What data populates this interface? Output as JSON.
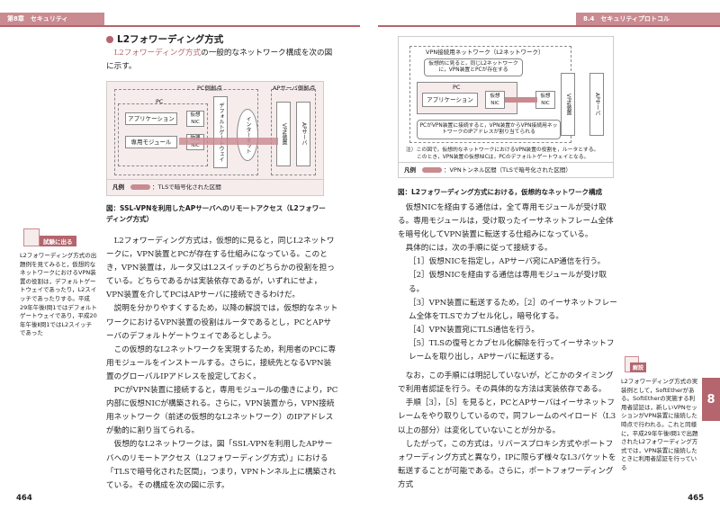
{
  "header": {
    "left_chapter": "第8章　セキュリティ",
    "right_section": "8.4　セキュリティプロトコル"
  },
  "left": {
    "section_title": "L2フォワーディング方式",
    "intro": [
      "L2フォワーディング方式",
      "の一般的なネットワーク構成を次の図に示す。"
    ],
    "figure": {
      "pc_area": "PC側拠点",
      "ap_area": "APサーバ側拠点",
      "pc": "PC",
      "app": "アプリケーション",
      "vnic": "仮想NIC",
      "module": "専用モジュール",
      "pnic": "物理NIC",
      "gateway": "デフォルトゲートウェイ",
      "internet": "インターネット",
      "vpn": "VPN装置",
      "ap": "APサーバ",
      "legend_key": "凡例",
      "legend_text": "：TLSで暗号化された区間"
    },
    "caption": "図：SSL-VPNを利用したAPサーバへのリモートアクセス（L2フォワーディング方式）",
    "paragraphs": [
      "L2フォワーディング方式は，仮想的に見ると，同じL2ネットワークに，VPN装置とPCが存在する仕組みになっている。このとき，VPN装置は，ルータ又はL2スイッチのどちらかの役割を担っている。どちらであるかは実装依存であるが，いずれにせよ，VPN装置を介してPCはAPサーバに接続できるわけだ。",
      "説明を分かりやすくするため，以降の解説では，仮想的なネットワークにおけるVPN装置の役割はルータであるとし，PCとAPサーバのデフォルトゲートウェイであるとしよう。",
      "この仮想的なL2ネットワークを実現するため，利用者のPCに専用モジュールをインストールする。さらに，接続先となるVPN装置のグローバルIPアドレスを設定しておく。",
      "PCがVPN装置に接続すると，専用モジュールの働きにより，PC内部に仮想NICが構築される。さらに，VPN装置から，VPN接続用ネットワーク（前述の仮想的なL2ネットワーク）のIPアドレスが動的に割り当てられる。",
      "仮想的なL2ネットワークは，図「SSL-VPNを利用したAPサーバへのリモートアクセス（L2フォワーディング方式）」における「TLSで暗号化された区間」，つまり，VPNトンネル上に構築されている。その構成を次の図に示す。"
    ],
    "sidenote": {
      "badge": "試験に出る",
      "text": "L2フォワーディング方式の出題例を見てみると，仮想的なネットワークにおけるVPN装置の役割は，デフォルトゲートウェイであったり，L2スイッチであったりする。平成29年午後Ⅰ問1ではデフォルトゲートウェイであり，平成20年午後Ⅱ問1ではL2スイッチであった"
    },
    "page_number": "464"
  },
  "right": {
    "figure": {
      "net_title": "VPN接続用ネットワーク（L2ネットワーク）",
      "note_top": "仮想的に見ると，同じL2ネットワークに，VPN装置とPCが存在する",
      "pc": "PC",
      "app": "アプリケーション",
      "vnic1": "仮想NIC",
      "vnic2": "仮想NIC",
      "vpn": "VPN装置",
      "ap": "APサーバ",
      "note_bottom": "PCがVPN装置に接続すると，VPN装置からVPN接続用ネットワークのIPアドレスが割り当てられる",
      "footnote1": "注）この図で，仮想的なネットワークにおけるVPN装置の役割を，ルータとする。",
      "footnote1_hl": "ルータ",
      "footnote2": "このとき，VPN装置の仮想NICは，PCのデフォルトゲートウェイとなる。",
      "legend_key": "凡例",
      "legend_text": "：VPNトンネル区間（TLSで暗号化された区間）"
    },
    "caption": "図：L2フォワーディング方式における，仮想的なネットワーク構成",
    "para1": "仮想NICを経由する通信は，全て専用モジュールが受け取る。専用モジュールは，受け取ったイーサネットフレーム全体を暗号化してVPN装置に転送する仕組みになっている。",
    "para2": "具体的には，次の手順に従って接続する。",
    "steps": [
      "［1］仮想NICを指定し，APサーバ宛にAP通信を行う。",
      "［2］仮想NICを経由する通信は専用モジュールが受け取る。",
      "［3］VPN装置に転送するため，［2］のイーサネットフレーム全体をTLSでカプセル化し，暗号化する。",
      "［4］VPN装置宛にTLS通信を行う。",
      "［5］TLSの復号とカプセル化解除を行ってイーサネットフレームを取り出し，APサーバに転送する。"
    ],
    "paragraphs": [
      "なお，この手順には明記していないが，どこかのタイミングで利用者認証を行う。その具体的な方法は実装依存である。",
      "手順［3］，［5］を見ると，PCとAPサーバはイーサネットフレームをやり取りしているので，同フレームのペイロード（L3以上の部分）は変化していないことが分かる。",
      "したがって，この方式は，リバースプロキシ方式やポートフォワーディング方式と異なり，IPに限らず様々なL3パケットを転送することが可能である。さらに，ポートフォワーディング方式"
    ],
    "sidenote": {
      "badge": "解説",
      "text": "L2フォワーディング方式の実装例として，SoftEtherがある。SoftEtherの実施する利用者認証は，新しいVPNセッションがVPN装置に接続した時点で行われる。これと同様に，平成29年午後Ⅰ問1で出題されたL2フォワーディング方式では，VPN装置に接続したときに利用者認証を行っている"
    },
    "chapter_tab": "8",
    "page_number": "465"
  }
}
